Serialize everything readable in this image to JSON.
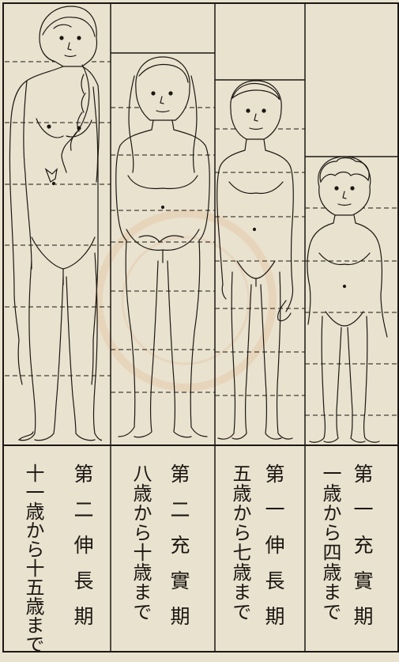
{
  "stages": [
    {
      "name": "第一充實期",
      "ages": "一歳から四歳まで"
    },
    {
      "name": "第一伸長期",
      "ages": "五歳から七歳まで"
    },
    {
      "name": "第二充實期",
      "ages": "八歳から十歳まで"
    },
    {
      "name": "第二伸長期",
      "ages": "十一歳から十五歳まで"
    }
  ],
  "colors": {
    "paper": "#e9e2cf",
    "ink": "#1c1712",
    "stamp": "#e3b58a"
  },
  "figures": [
    {
      "label": "girl-15",
      "depicts": "standing girl with braided hair"
    },
    {
      "label": "girl-10",
      "depicts": "standing girl with long hair, hands clasped"
    },
    {
      "label": "boy-7",
      "depicts": "standing boy holding hands"
    },
    {
      "label": "child-4",
      "depicts": "standing small child with curly hair"
    }
  ]
}
